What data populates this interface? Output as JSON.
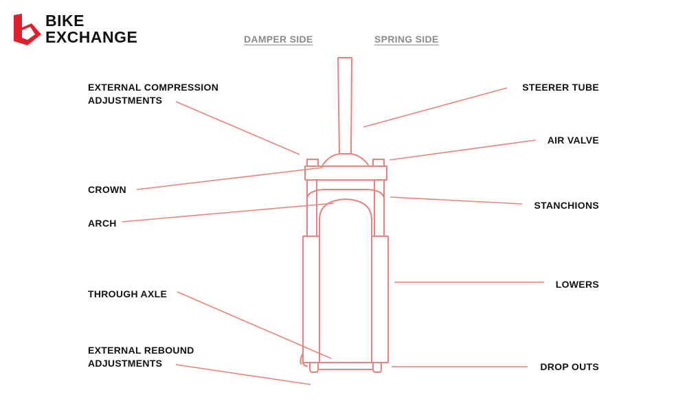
{
  "logo": {
    "line1": "BIKE",
    "line2": "EXCHANGE",
    "color": "#e0202e"
  },
  "header": {
    "damper_side": "DAMPER SIDE",
    "spring_side": "SPRING SIDE"
  },
  "labels": {
    "external_compression_1": "EXTERNAL COMPRESSION",
    "external_compression_2": "ADJUSTMENTS",
    "crown": "CROWN",
    "arch": "ARCH",
    "through_axle": "THROUGH AXLE",
    "external_rebound_1": "EXTERNAL REBOUND",
    "external_rebound_2": "ADJUSTMENTS",
    "steerer_tube": "STEERER TUBE",
    "air_valve": "AIR VALVE",
    "stanchions": "STANCHIONS",
    "lowers": "LOWERS",
    "drop_outs": "DROP OUTS"
  },
  "colors": {
    "line": "#ee7f79",
    "text": "#111111",
    "header": "#8a8a8a"
  }
}
